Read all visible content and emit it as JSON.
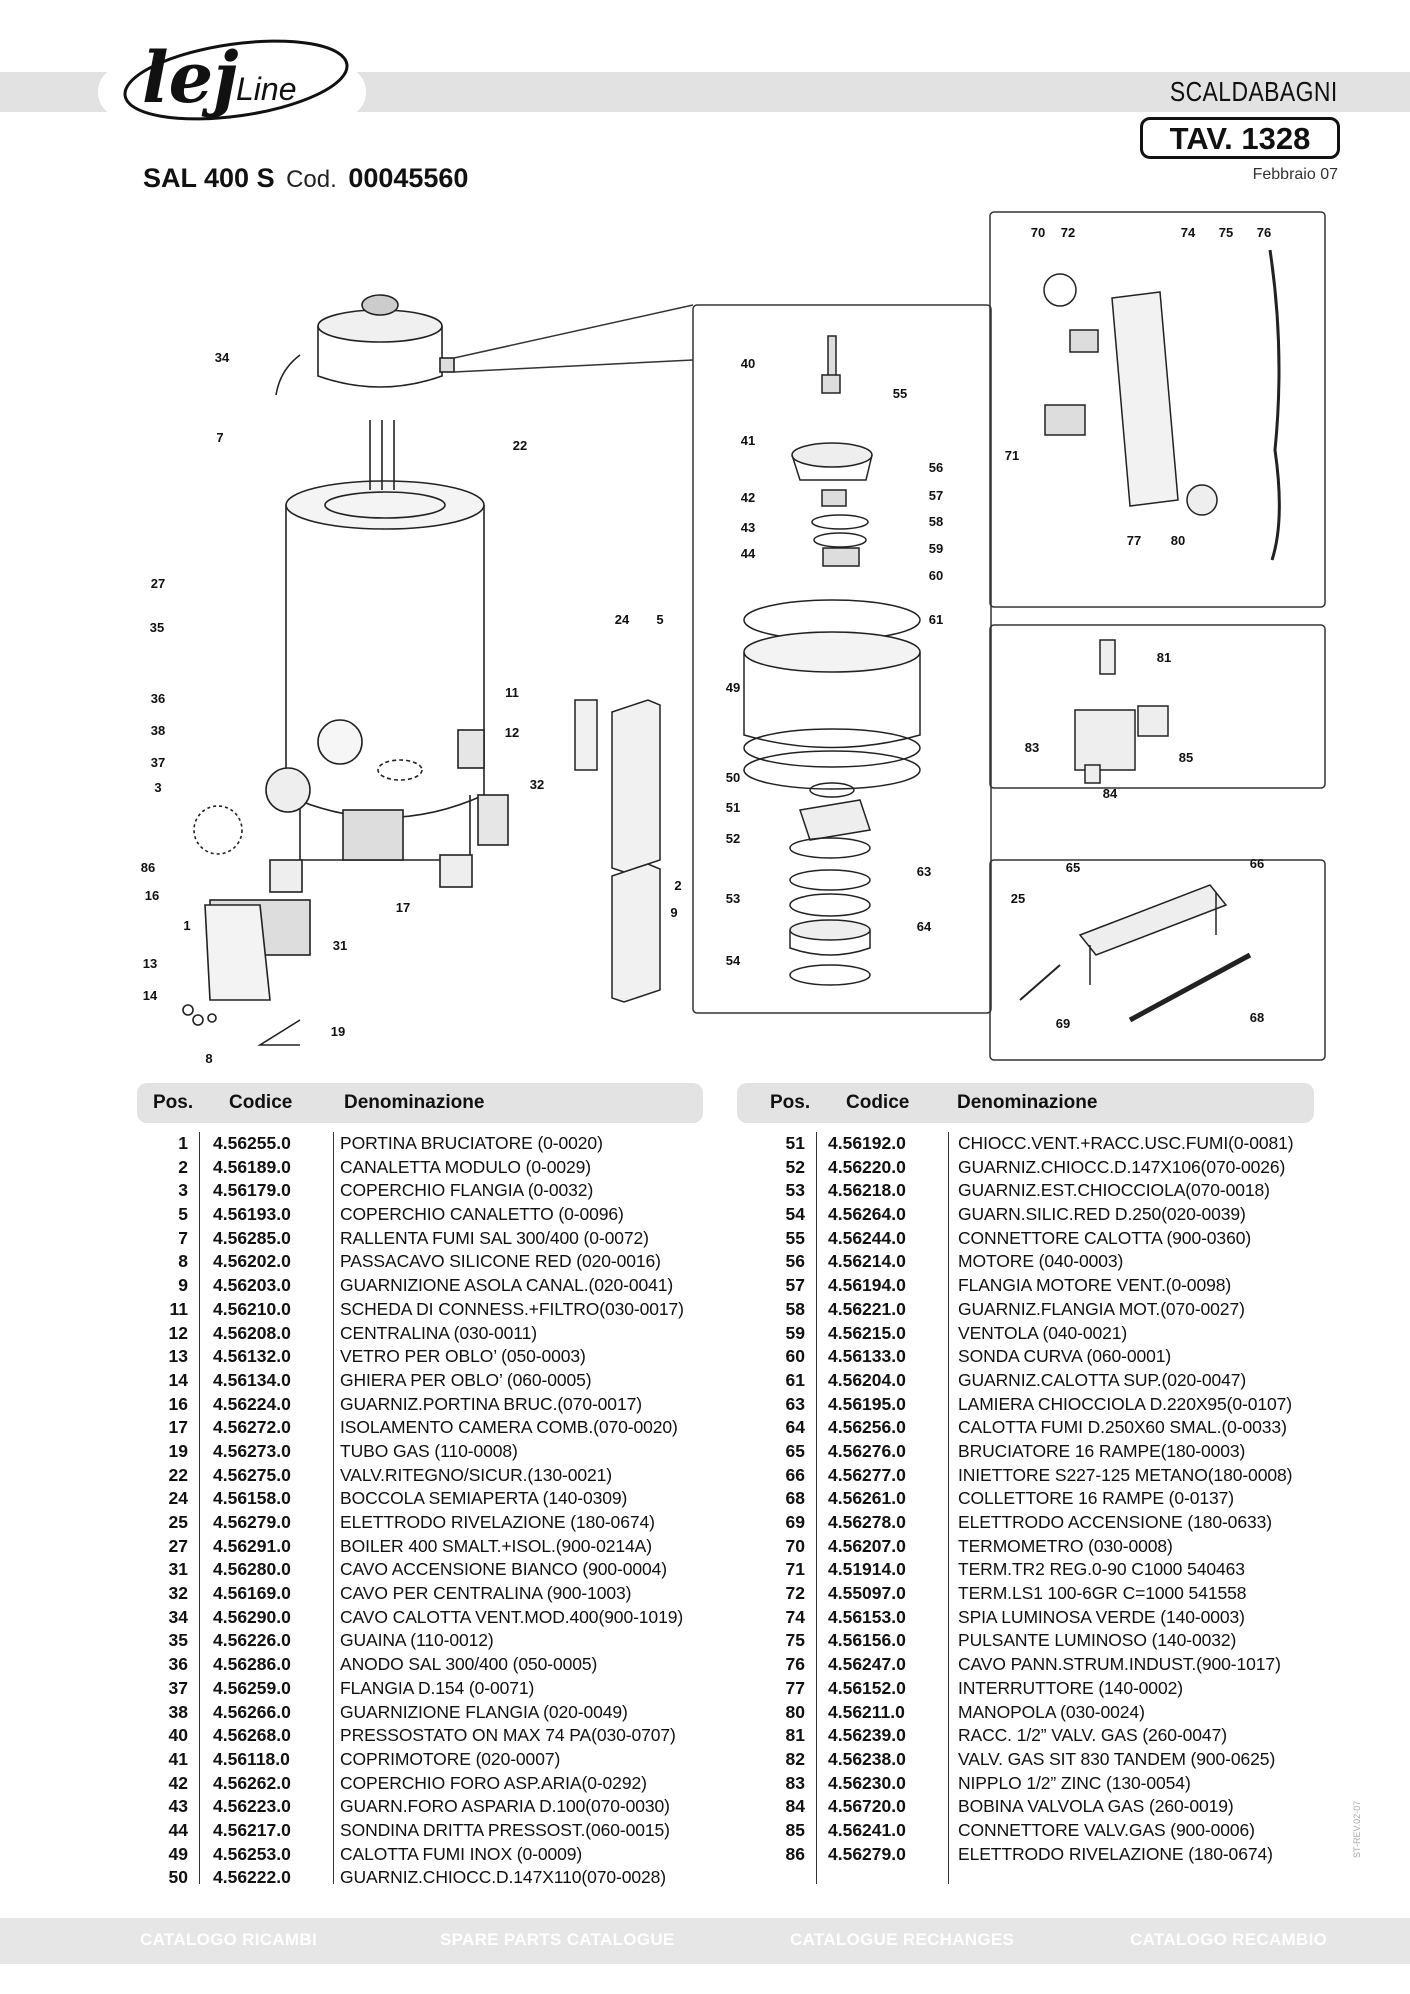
{
  "header": {
    "logo_text": "lej Line",
    "doc_type": "SCALDABAGNI",
    "tav": "TAV. 1328",
    "date": "Febbraio 07",
    "model": "SAL 400 S",
    "cod_label": "Cod.",
    "cod_value": "00045560"
  },
  "diagram_labels": {
    "main": [
      "34",
      "7",
      "22",
      "27",
      "35",
      "36",
      "38",
      "37",
      "3",
      "86",
      "16",
      "1",
      "13",
      "14",
      "8",
      "19",
      "31",
      "17",
      "11",
      "12",
      "32",
      "24",
      "5",
      "2",
      "9"
    ],
    "burner_detail": [
      "40",
      "55",
      "41",
      "56",
      "57",
      "42",
      "58",
      "43",
      "59",
      "44",
      "60",
      "61",
      "49",
      "50",
      "51",
      "52",
      "63",
      "53",
      "64",
      "54"
    ],
    "panel_detail": [
      "70",
      "72",
      "74",
      "75",
      "76",
      "71",
      "77",
      "80"
    ],
    "valve_detail": [
      "81",
      "83",
      "85",
      "84"
    ],
    "ramp_detail": [
      "65",
      "66",
      "25",
      "69",
      "68"
    ]
  },
  "table": {
    "headers": {
      "pos": "Pos.",
      "code": "Codice",
      "name": "Denominazione"
    },
    "left": [
      {
        "pos": "1",
        "code": "4.56255.0",
        "name": "PORTINA BRUCIATORE (0-0020)"
      },
      {
        "pos": "2",
        "code": "4.56189.0",
        "name": "CANALETTA MODULO (0-0029)"
      },
      {
        "pos": "3",
        "code": "4.56179.0",
        "name": "COPERCHIO FLANGIA (0-0032)"
      },
      {
        "pos": "5",
        "code": "4.56193.0",
        "name": "COPERCHIO CANALETTO (0-0096)"
      },
      {
        "pos": "7",
        "code": "4.56285.0",
        "name": "RALLENTA FUMI SAL 300/400 (0-0072)"
      },
      {
        "pos": "8",
        "code": "4.56202.0",
        "name": "PASSACAVO SILICONE RED (020-0016)"
      },
      {
        "pos": "9",
        "code": "4.56203.0",
        "name": "GUARNIZIONE ASOLA CANAL.(020-0041)"
      },
      {
        "pos": "11",
        "code": "4.56210.0",
        "name": "SCHEDA DI CONNESS.+FILTRO(030-0017)"
      },
      {
        "pos": "12",
        "code": "4.56208.0",
        "name": "CENTRALINA (030-0011)"
      },
      {
        "pos": "13",
        "code": "4.56132.0",
        "name": "VETRO PER OBLO’ (050-0003)"
      },
      {
        "pos": "14",
        "code": "4.56134.0",
        "name": "GHIERA PER OBLO’ (060-0005)"
      },
      {
        "pos": "16",
        "code": "4.56224.0",
        "name": "GUARNIZ.PORTINA BRUC.(070-0017)"
      },
      {
        "pos": "17",
        "code": "4.56272.0",
        "name": "ISOLAMENTO CAMERA COMB.(070-0020)"
      },
      {
        "pos": "19",
        "code": "4.56273.0",
        "name": "TUBO GAS (110-0008)"
      },
      {
        "pos": "22",
        "code": "4.56275.0",
        "name": "VALV.RITEGNO/SICUR.(130-0021)"
      },
      {
        "pos": "24",
        "code": "4.56158.0",
        "name": "BOCCOLA SEMIAPERTA (140-0309)"
      },
      {
        "pos": "25",
        "code": "4.56279.0",
        "name": "ELETTRODO RIVELAZIONE (180-0674)"
      },
      {
        "pos": "27",
        "code": "4.56291.0",
        "name": "BOILER 400 SMALT.+ISOL.(900-0214A)"
      },
      {
        "pos": "31",
        "code": "4.56280.0",
        "name": "CAVO ACCENSIONE BIANCO (900-0004)"
      },
      {
        "pos": "32",
        "code": "4.56169.0",
        "name": "CAVO PER CENTRALINA (900-1003)"
      },
      {
        "pos": "34",
        "code": "4.56290.0",
        "name": "CAVO CALOTTA VENT.MOD.400(900-1019)"
      },
      {
        "pos": "35",
        "code": "4.56226.0",
        "name": "GUAINA (110-0012)"
      },
      {
        "pos": "36",
        "code": "4.56286.0",
        "name": "ANODO SAL 300/400 (050-0005)"
      },
      {
        "pos": "37",
        "code": "4.56259.0",
        "name": "FLANGIA D.154 (0-0071)"
      },
      {
        "pos": "38",
        "code": "4.56266.0",
        "name": "GUARNIZIONE FLANGIA (020-0049)"
      },
      {
        "pos": "40",
        "code": "4.56268.0",
        "name": "PRESSOSTATO ON MAX 74 PA(030-0707)"
      },
      {
        "pos": "41",
        "code": "4.56118.0",
        "name": "COPRIMOTORE (020-0007)"
      },
      {
        "pos": "42",
        "code": "4.56262.0",
        "name": "COPERCHIO FORO ASP.ARIA(0-0292)"
      },
      {
        "pos": "43",
        "code": "4.56223.0",
        "name": "GUARN.FORO ASPARIA D.100(070-0030)"
      },
      {
        "pos": "44",
        "code": "4.56217.0",
        "name": "SONDINA DRITTA PRESSOST.(060-0015)"
      },
      {
        "pos": "49",
        "code": "4.56253.0",
        "name": "CALOTTA FUMI INOX (0-0009)"
      },
      {
        "pos": "50",
        "code": "4.56222.0",
        "name": "GUARNIZ.CHIOCC.D.147X110(070-0028)"
      }
    ],
    "right": [
      {
        "pos": "51",
        "code": "4.56192.0",
        "name": "CHIOCC.VENT.+RACC.USC.FUMI(0-0081)"
      },
      {
        "pos": "52",
        "code": "4.56220.0",
        "name": "GUARNIZ.CHIOCC.D.147X106(070-0026)"
      },
      {
        "pos": "53",
        "code": "4.56218.0",
        "name": "GUARNIZ.EST.CHIOCCIOLA(070-0018)"
      },
      {
        "pos": "54",
        "code": "4.56264.0",
        "name": "GUARN.SILIC.RED D.250(020-0039)"
      },
      {
        "pos": "55",
        "code": "4.56244.0",
        "name": "CONNETTORE CALOTTA (900-0360)"
      },
      {
        "pos": "56",
        "code": "4.56214.0",
        "name": "MOTORE (040-0003)"
      },
      {
        "pos": "57",
        "code": "4.56194.0",
        "name": "FLANGIA MOTORE VENT.(0-0098)"
      },
      {
        "pos": "58",
        "code": "4.56221.0",
        "name": "GUARNIZ.FLANGIA MOT.(070-0027)"
      },
      {
        "pos": "59",
        "code": "4.56215.0",
        "name": "VENTOLA (040-0021)"
      },
      {
        "pos": "60",
        "code": "4.56133.0",
        "name": "SONDA CURVA (060-0001)"
      },
      {
        "pos": "61",
        "code": "4.56204.0",
        "name": "GUARNIZ.CALOTTA SUP.(020-0047)"
      },
      {
        "pos": "63",
        "code": "4.56195.0",
        "name": "LAMIERA CHIOCCIOLA D.220X95(0-0107)"
      },
      {
        "pos": "64",
        "code": "4.56256.0",
        "name": "CALOTTA FUMI D.250X60 SMAL.(0-0033)"
      },
      {
        "pos": "65",
        "code": "4.56276.0",
        "name": "BRUCIATORE 16 RAMPE(180-0003)"
      },
      {
        "pos": "66",
        "code": "4.56277.0",
        "name": "INIETTORE S227-125 METANO(180-0008)"
      },
      {
        "pos": "68",
        "code": "4.56261.0",
        "name": "COLLETTORE 16 RAMPE (0-0137)"
      },
      {
        "pos": "69",
        "code": "4.56278.0",
        "name": "ELETTRODO ACCENSIONE (180-0633)"
      },
      {
        "pos": "70",
        "code": "4.56207.0",
        "name": "TERMOMETRO (030-0008)"
      },
      {
        "pos": "71",
        "code": "4.51914.0",
        "name": "TERM.TR2 REG.0-90 C1000 540463"
      },
      {
        "pos": "72",
        "code": "4.55097.0",
        "name": "TERM.LS1 100-6GR C=1000 541558"
      },
      {
        "pos": "74",
        "code": "4.56153.0",
        "name": "SPIA LUMINOSA VERDE (140-0003)"
      },
      {
        "pos": "75",
        "code": "4.56156.0",
        "name": "PULSANTE LUMINOSO (140-0032)"
      },
      {
        "pos": "76",
        "code": "4.56247.0",
        "name": "CAVO PANN.STRUM.INDUST.(900-1017)"
      },
      {
        "pos": "77",
        "code": "4.56152.0",
        "name": "INTERRUTTORE (140-0002)"
      },
      {
        "pos": "80",
        "code": "4.56211.0",
        "name": "MANOPOLA (030-0024)"
      },
      {
        "pos": "81",
        "code": "4.56239.0",
        "name": "RACC. 1/2” VALV. GAS (260-0047)"
      },
      {
        "pos": "82",
        "code": "4.56238.0",
        "name": "VALV. GAS SIT 830 TANDEM (900-0625)"
      },
      {
        "pos": "83",
        "code": "4.56230.0",
        "name": "NIPPLO 1/2” ZINC (130-0054)"
      },
      {
        "pos": "84",
        "code": "4.56720.0",
        "name": "BOBINA VALVOLA GAS (260-0019)"
      },
      {
        "pos": "85",
        "code": "4.56241.0",
        "name": "CONNETTORE VALV.GAS (900-0006)"
      },
      {
        "pos": "86",
        "code": "4.56279.0",
        "name": "ELETTRODO RIVELAZIONE (180-0674)"
      }
    ]
  },
  "footer": {
    "it": "CATALOGO RICAMBI",
    "en": "SPARE PARTS CATALOGUE",
    "fr": "CATALOGUE RECHANGES",
    "es": "CATALOGO RECAMBIO"
  },
  "side_code": "ST-REV.02-07"
}
